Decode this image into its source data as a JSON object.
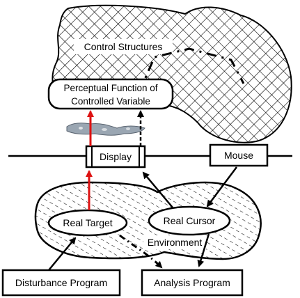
{
  "labels": {
    "control_structures": "Control Structures",
    "perceptual_function_line1": "Perceptual Function of",
    "perceptual_function_line2": "Controlled Variable",
    "display": "Display",
    "mouse": "Mouse",
    "real_target": "Real Target",
    "real_cursor": "Real Cursor",
    "environment": "Environment",
    "disturbance_program": "Disturbance Program",
    "analysis_program": "Analysis Program"
  },
  "colors": {
    "red_arrow": "#dd1111",
    "black": "#000000",
    "hatch": "#000000",
    "cloud_fill": "#9aa6b2"
  }
}
